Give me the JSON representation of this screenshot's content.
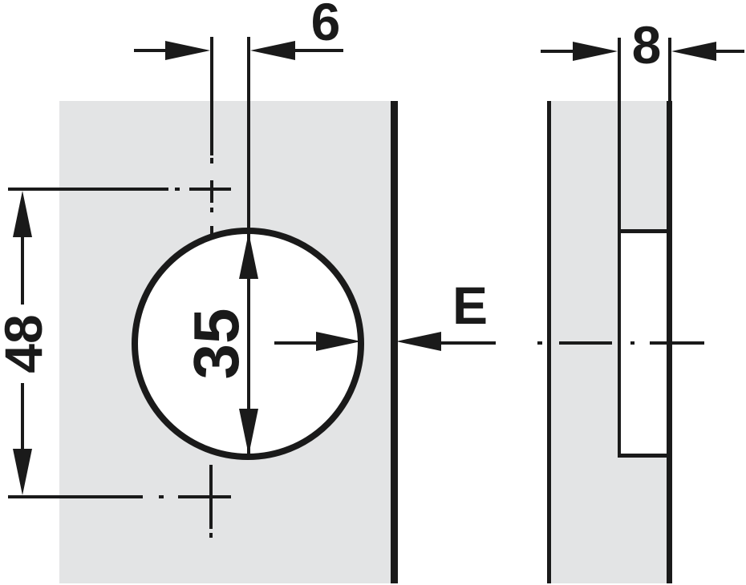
{
  "diagram": {
    "type": "technical-dimension-drawing",
    "subject": "Concealed hinge cup drilling pattern: front view and side view of a door panel",
    "units_implied": "mm",
    "views": {
      "front": {
        "name": "front view (door panel with 35 mm cup hole)",
        "dimensions": {
          "cup_offset": {
            "label": "6",
            "meaning": "offset between drilling centre line and cup centre line"
          },
          "screw_spacing": {
            "label": "48",
            "meaning": "vertical spacing between fixing hole cross marks"
          },
          "cup_diameter": {
            "label": "35",
            "meaning": "cup hole diameter"
          },
          "edge_distance": {
            "label": "E",
            "meaning": "distance from cup hole edge to door edge"
          }
        }
      },
      "side": {
        "name": "side view (panel cross-section with cup recess)",
        "dimensions": {
          "cup_depth": {
            "label": "8",
            "meaning": "distance from panel face to cup hole bottom"
          }
        }
      }
    },
    "colors": {
      "panel_fill": "#e3e4e5",
      "line": "#1a1a1a",
      "background": "#ffffff"
    }
  }
}
